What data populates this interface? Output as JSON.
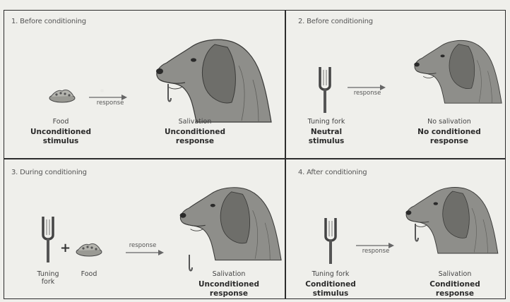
{
  "panels": [
    {
      "title": "1. Before conditioning",
      "stimulus_caption": "Food",
      "stimulus_label": [
        "Unconditioned",
        "stimulus"
      ],
      "arrow_label": "response",
      "response_caption": "Salivation",
      "response_label": [
        "Unconditioned",
        "response"
      ]
    },
    {
      "title": "2. Before conditioning",
      "stimulus_caption": "Tuning fork",
      "stimulus_label": [
        "Neutral",
        "stimulus"
      ],
      "arrow_label": "response",
      "response_caption": "No salivation",
      "response_label": [
        "No conditioned",
        "response"
      ]
    },
    {
      "title": "3. During conditioning",
      "stimulus_caption_1": [
        "Tuning",
        "fork"
      ],
      "stimulus_caption_2": "Food",
      "plus_sign": "+",
      "arrow_label": "response",
      "response_caption": "Salivation",
      "response_label": [
        "Unconditioned",
        "response"
      ]
    },
    {
      "title": "4. After conditioning",
      "stimulus_caption": "Tuning fork",
      "stimulus_label": [
        "Conditioned",
        "stimulus"
      ],
      "arrow_label": "response",
      "response_caption": "Salivation",
      "response_label": [
        "Conditioned",
        "response"
      ]
    }
  ],
  "colors": {
    "border": "#2c2c2c",
    "dog_fill": "#8e8e8a",
    "dog_dark": "#5e5e5a",
    "background": "#efefeb"
  },
  "icons": [
    "dog-head-icon",
    "food-bowl-icon",
    "tuning-fork-icon",
    "arrow-right-icon",
    "saliva-drip-icon"
  ]
}
